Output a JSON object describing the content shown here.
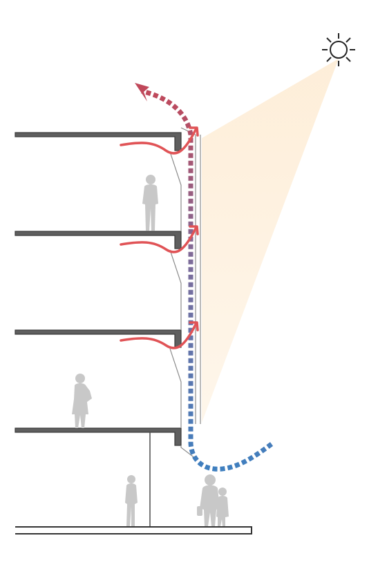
{
  "diagram": {
    "kind": "building-section-stack-ventilation",
    "floors": 4,
    "elements": [
      "sun-icon",
      "sunlight-cone",
      "floor-slab",
      "double-skin-facade",
      "warm-air-arrow",
      "stack-airflow",
      "person-silhouette",
      "ground-plane"
    ],
    "colors": {
      "warm_air": "#e05356",
      "cool_air": "#3f7fbf",
      "exhaust": "#c0485a",
      "sunlight": "#fdebd2",
      "slab": "#5f5f5f",
      "people": "#c8c8c8"
    }
  }
}
